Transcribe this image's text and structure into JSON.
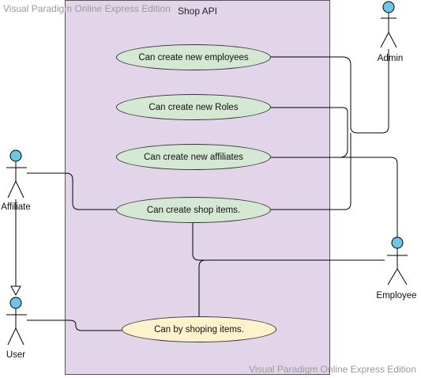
{
  "watermarks": {
    "top": "Visual Paradigm Online Express Edition",
    "bottom": "Visual Paradigm Online Express Edition"
  },
  "system": {
    "title": "Shop API"
  },
  "use_cases": [
    {
      "label": "Can create new employees",
      "color": "#d5e8d4"
    },
    {
      "label": "Can create new Roles",
      "color": "#d5e8d4"
    },
    {
      "label": "Can create new affiliates",
      "color": "#d5e8d4"
    },
    {
      "label": "Can create shop items.",
      "color": "#d5e8d4"
    },
    {
      "label": "Can by shoping items.",
      "color": "#fff2cc"
    }
  ],
  "actors": {
    "admin": "Admin",
    "affiliate": "Affiliate",
    "employee": "Employee",
    "user": "User"
  },
  "colors": {
    "actor_head": "#6ec6e6",
    "system_fill": "#e2d5e9"
  }
}
